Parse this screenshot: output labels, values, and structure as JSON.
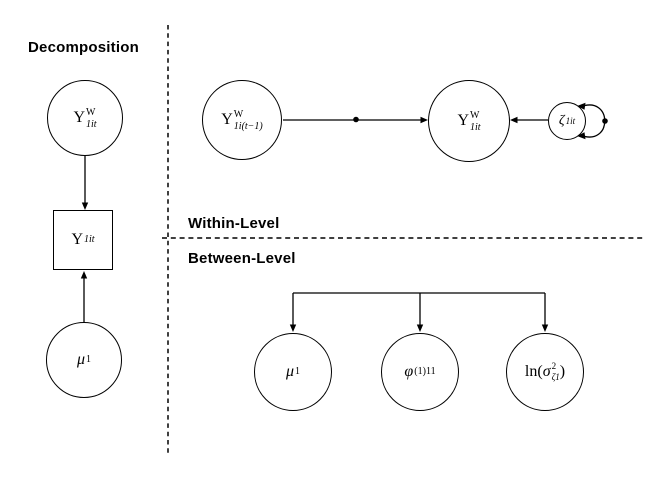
{
  "title": "Decomposition",
  "sections": {
    "within": {
      "label": "Within-Level"
    },
    "between": {
      "label": "Between-Level"
    }
  },
  "nodes": {
    "y_within_decomp": {
      "shape": "circle",
      "base": "Y",
      "sup": "W",
      "sub": "1it"
    },
    "y_observed": {
      "shape": "square",
      "base": "Y",
      "sub": "1it"
    },
    "mu_decomp": {
      "shape": "circle",
      "base": "μ",
      "sub": "1"
    },
    "y_within_lag": {
      "shape": "circle",
      "base": "Y",
      "sup": "W",
      "sub": "1i(t−1)"
    },
    "y_within": {
      "shape": "circle",
      "base": "Y",
      "sup": "W",
      "sub": "1it"
    },
    "zeta": {
      "shape": "circle",
      "base": "ζ",
      "sub": "1it"
    },
    "mu_between": {
      "shape": "circle",
      "base": "μ",
      "sub": "1"
    },
    "phi_between": {
      "shape": "circle",
      "base": "φ",
      "sub": "(1)11"
    },
    "log_var_between": {
      "shape": "circle",
      "prefix": "ln(",
      "base": "σ",
      "sup": "2",
      "sub": "ζ1",
      "suffix": ")"
    }
  },
  "markers": {
    "random_slope_dot": "filled-dot-on-autoregressive-path",
    "random_variance_dot": "filled-dot-on-residual-variance-loop"
  },
  "colors": {
    "line": "#000000",
    "background": "#ffffff",
    "text": "#000000"
  }
}
